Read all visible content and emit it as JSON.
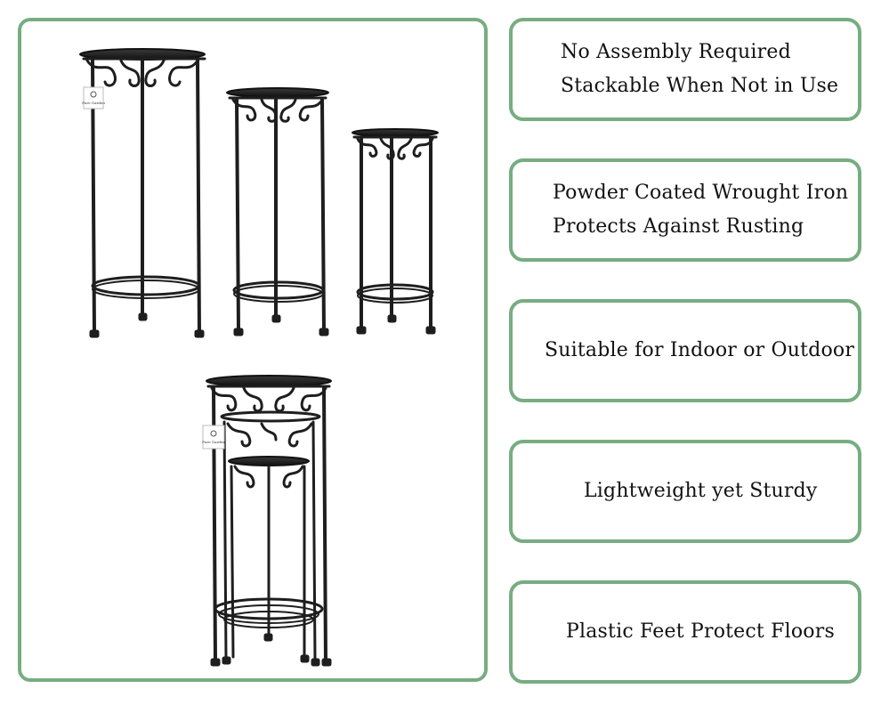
{
  "product_panel": {
    "tag_brand": "Pure Garden"
  },
  "features": [
    {
      "lines": [
        "No Assembly Required",
        "Stackable When Not in Use"
      ]
    },
    {
      "lines": [
        "Powder Coated Wrought Iron",
        "Protects Against Rusting"
      ]
    },
    {
      "lines": [
        "Suitable for Indoor or Outdoor"
      ]
    },
    {
      "lines": [
        "Lightweight yet Sturdy"
      ]
    },
    {
      "lines": [
        "Plastic Feet Protect Floors"
      ]
    }
  ],
  "colors": {
    "border_accent": "#77ad81",
    "iron": "#1e1e1e"
  }
}
